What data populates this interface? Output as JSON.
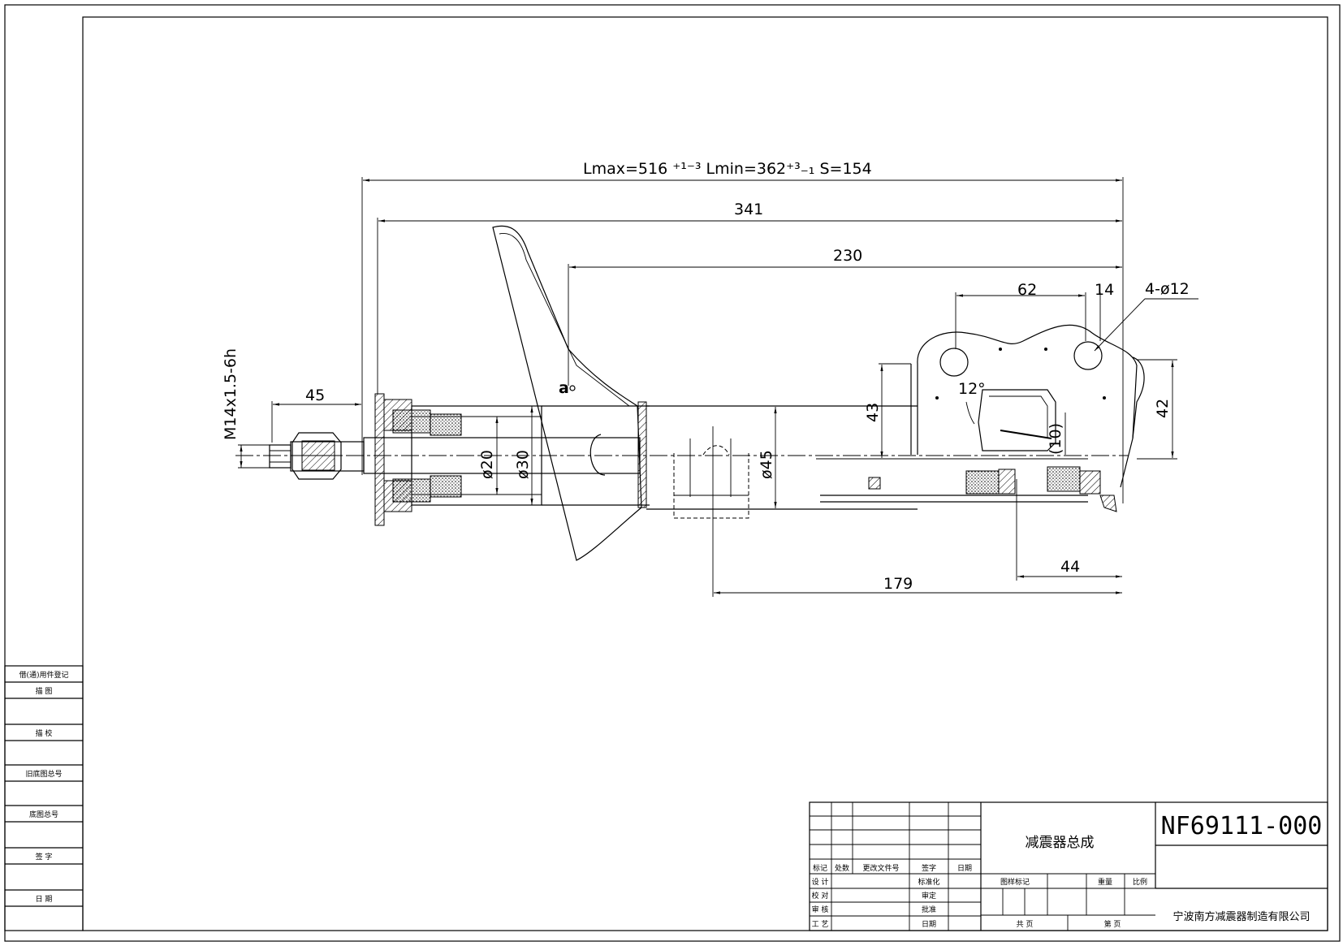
{
  "dimensions": {
    "overall": "Lmax=516 ⁺¹⁻³  Lmin=362⁺³₋₁  S=154",
    "d341": "341",
    "d230": "230",
    "d62": "62",
    "d14": "14",
    "holes": "4-ø12",
    "d45": "45",
    "thread": "M14x1.5-6h",
    "dia20": "ø20",
    "dia30": "ø30",
    "dia45": "ø45",
    "d43": "43",
    "d42": "42",
    "angle12": "12°",
    "d10": "(10)",
    "d44": "44",
    "d179": "179",
    "point_a": "a"
  },
  "left_strip": [
    "借(通)用件登记",
    "描  图",
    "描  校",
    "旧底图总号",
    "底图总号",
    "签  字",
    "日  期"
  ],
  "title_block": {
    "part_name": "减震器总成",
    "part_number": "NF69111-000",
    "company": "宁波南方减震器制造有限公司",
    "rev_headers": [
      "标记",
      "处数",
      "更改文件号",
      "签字",
      "日期"
    ],
    "sign_rows": [
      {
        "role": "设  计",
        "check": "标准化"
      },
      {
        "role": "校  对",
        "check": "审定"
      },
      {
        "role": "审  核",
        "check": "批准"
      },
      {
        "role": "工  艺",
        "check": "日期"
      }
    ],
    "stage_label": "图样标记",
    "weight_label": "重量",
    "scale_label": "比例",
    "total_pages_label": "共    页",
    "page_label": "第    页"
  }
}
